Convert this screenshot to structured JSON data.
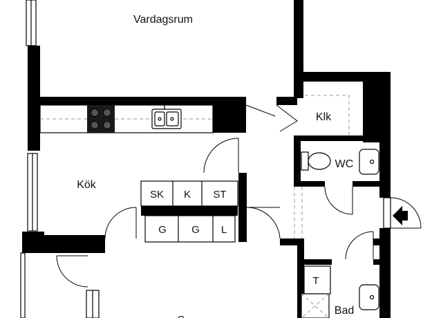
{
  "rooms": {
    "living": "Vardagsrum",
    "kitchen": "Kök",
    "closet": "Klk",
    "wc": "WC",
    "bath": "Bad",
    "bottom_partial": "S"
  },
  "cabinets": {
    "row1": [
      "SK",
      "K",
      "ST"
    ],
    "row2": [
      "G",
      "G",
      "L"
    ]
  },
  "bath_fixture": "T",
  "icons": {
    "entrance": "entrance-arrow-icon",
    "stove": "stove-icon",
    "sink": "sink-icon",
    "toilet": "toilet-icon",
    "washbasin": "washbasin-icon"
  }
}
